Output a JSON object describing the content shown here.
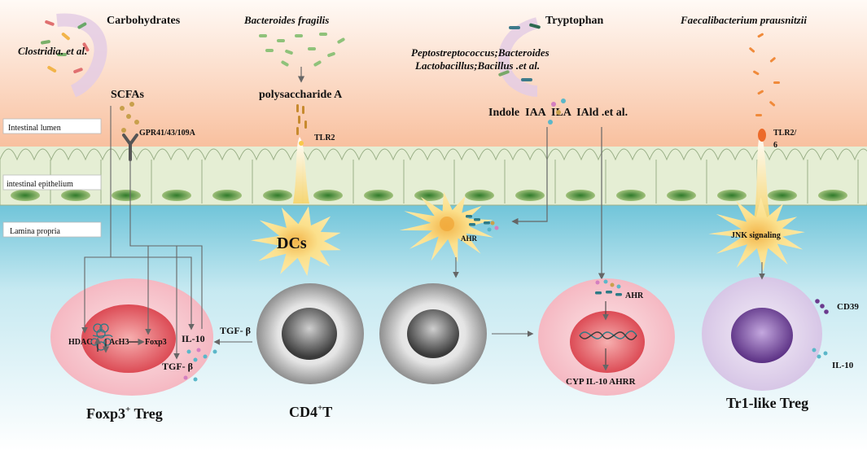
{
  "layers": {
    "lumen": "Intestinal lumen",
    "epithelium": "intestinal epithelium",
    "lamina": "Lamina propria"
  },
  "microbes": {
    "carbohydrates": "Carbohydrates",
    "clostridia": "Clostridia. et al.",
    "bfragilis": "Bacteroides fragilis",
    "tryptophan": "Tryptophan",
    "pepto_line1": "Peptostreptococcus;Bacteroides",
    "pepto_line2": "Lactobacillus;Bacillus .et al.",
    "faecali": "Faecalibacterium prausnitzii"
  },
  "metabolites": {
    "scfas": "SCFAs",
    "gpr": "GPR41/43/109A",
    "psa": "polysaccharide A",
    "tlr2": "TLR2",
    "indoles": "Indole  IAA  ILA  IAld .et al.",
    "tlr26_line1": "TLR2/",
    "tlr26_line2": "6"
  },
  "cells": {
    "dcs": "DCs",
    "ahr_dc": "AHR",
    "jnk": "JNK signaling",
    "cd4_main": "CD4",
    "cd4_sup": "+",
    "cd4_end": "T",
    "foxp3_main": "Foxp3",
    "foxp3_sup": "+",
    "foxp3_end": " Treg",
    "tr1": "Tr1-like Treg"
  },
  "treg": {
    "hdac": "HDAC",
    "ach3": "AcH3",
    "foxp3_gene": "Foxp3",
    "il10": "IL-10",
    "tgfb": "TGF- β",
    "tgfb_arrow": "TGF- β"
  },
  "ahr_cell": {
    "ahr": "AHR",
    "genes": "CYP IL-10 AHRR"
  },
  "tr1_cell": {
    "cd39": "CD39",
    "il10": "IL-10"
  },
  "colors": {
    "lumen_top": "#fef4ee",
    "lumen_bottom": "#f9c2a1",
    "epithelium": "#e6efd6",
    "nucleus": "#7aa45a",
    "lamina_top": "#78c9dc",
    "lamina_bottom": "#ffffff",
    "dc": "#f6d779",
    "treg_cell": "#f7cfd6",
    "treg_nucleus": "#e9686e",
    "cd4_cell": "#9a9a9a",
    "tr1_cell": "#ddd0ea",
    "tr1_nucleus": "#7b4f9b",
    "arrow": "#666666"
  }
}
